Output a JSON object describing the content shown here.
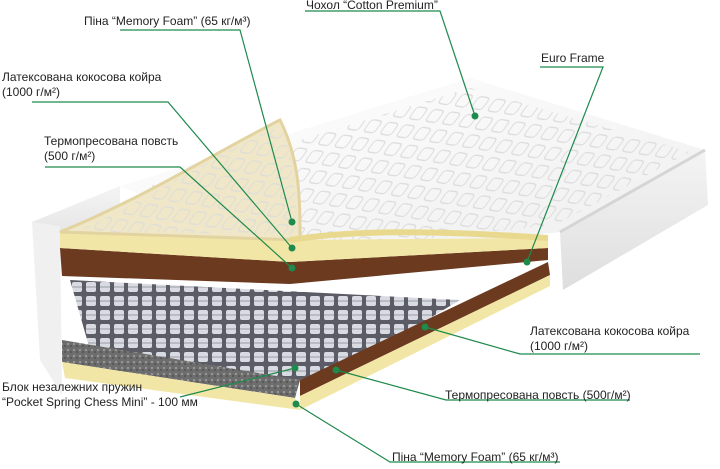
{
  "labels": {
    "memory_foam_top": "Піна “Memory Foam” (65 кг/м³)",
    "cover": "Чохол “Cotton Premium”",
    "euro_frame": "Euro Frame",
    "latex_coir_top_line1": "Латексована кокосова койра",
    "latex_coir_top_line2": "(1000 г/м²)",
    "felt_top_line1": "Термопресована повсть",
    "felt_top_line2": "(500 г/м²)",
    "latex_coir_bottom_line1": "Латексована кокосова койра",
    "latex_coir_bottom_line2": "(1000 г/м²)",
    "springs_line1": "Блок незалежних пружин",
    "springs_line2": "“Pocket Spring Chess Mini” - 100 мм",
    "felt_bottom": "Термопресована повсть (500г/м²)",
    "memory_foam_bottom": "Піна “Memory Foam” (65 кг/м³)"
  },
  "colors": {
    "leader": "#1e8a4c",
    "foam": "#f2e6a6",
    "coir": "#6b3a1f",
    "felt": "#8a8a8a",
    "cover": "#f7f7f7"
  }
}
